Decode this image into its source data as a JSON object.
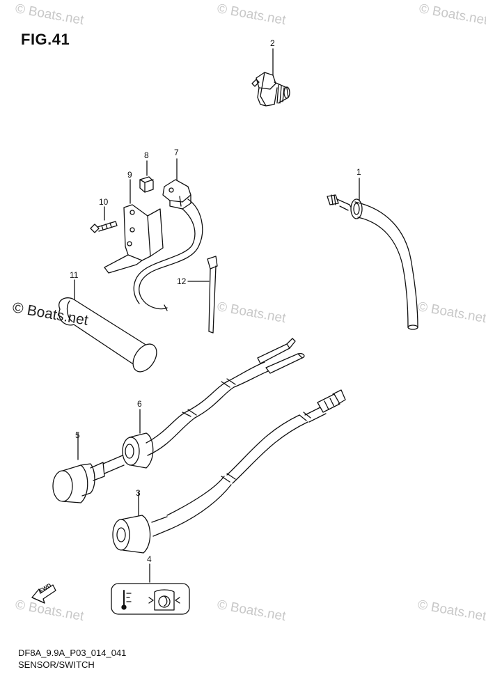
{
  "figure": {
    "title": "FIG.41"
  },
  "footer": {
    "code": "DF8A_9.9A_P03_014_041",
    "name": "SENSOR/SWITCH"
  },
  "watermark": {
    "text": "© Boats.net"
  },
  "fwd_arrow": {
    "label": "FWD"
  },
  "callouts": [
    {
      "id": "1",
      "label": "1"
    },
    {
      "id": "2",
      "label": "2"
    },
    {
      "id": "3",
      "label": "3"
    },
    {
      "id": "4",
      "label": "4"
    },
    {
      "id": "5",
      "label": "5"
    },
    {
      "id": "6",
      "label": "6"
    },
    {
      "id": "7",
      "label": "7"
    },
    {
      "id": "8",
      "label": "8"
    },
    {
      "id": "9",
      "label": "9"
    },
    {
      "id": "10",
      "label": "10"
    },
    {
      "id": "11",
      "label": "11"
    },
    {
      "id": "12",
      "label": "12"
    }
  ]
}
